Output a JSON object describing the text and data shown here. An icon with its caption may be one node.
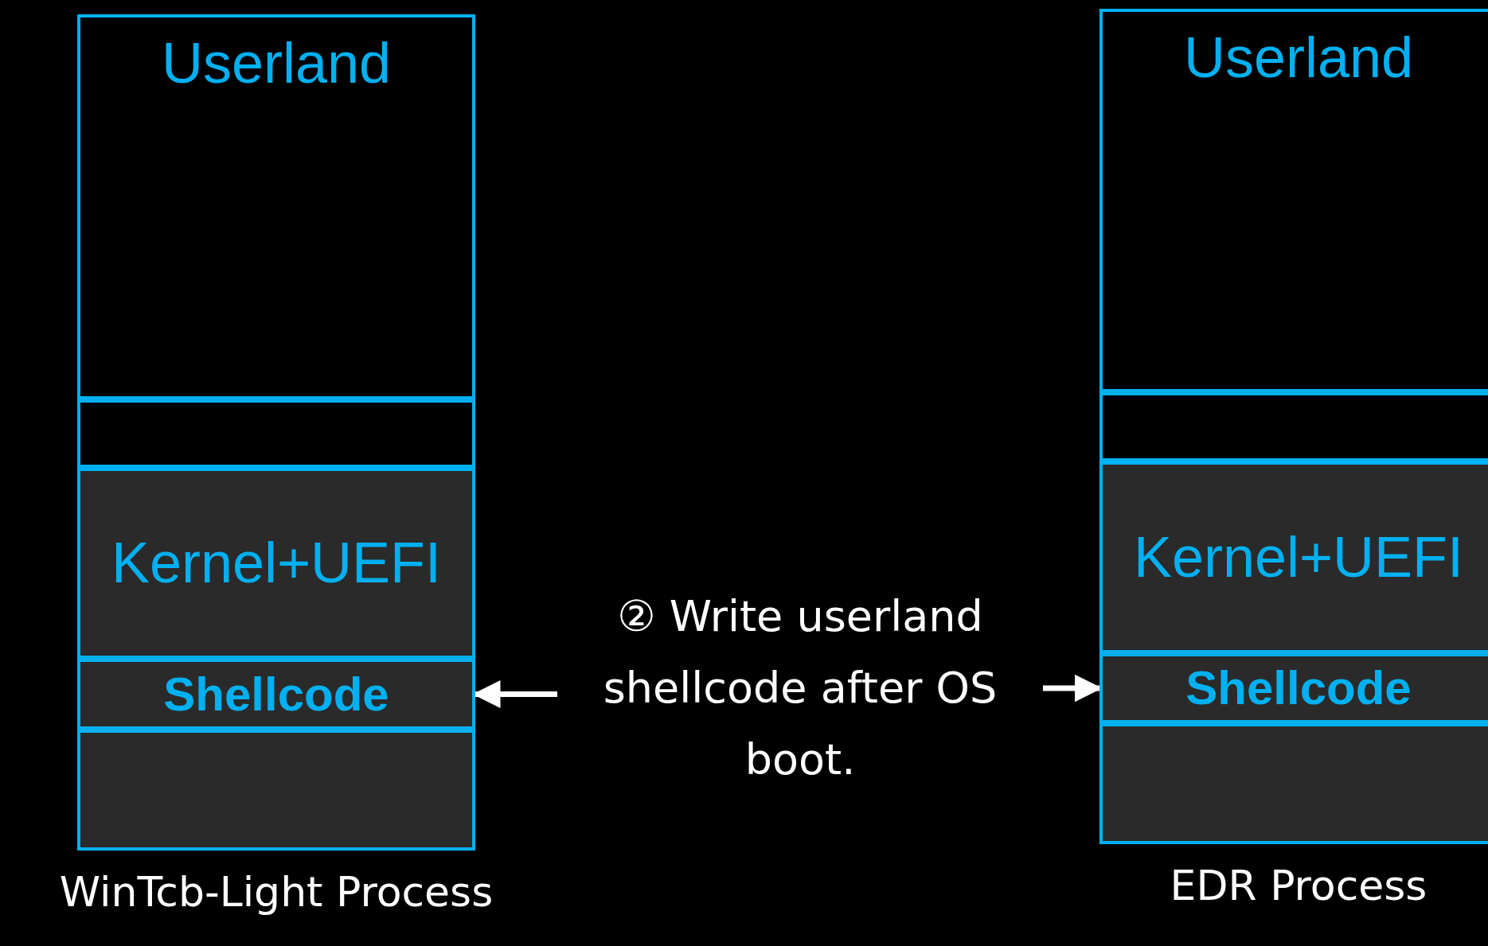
{
  "diagram": {
    "nodes": [
      {
        "text": [
          "WinTcb-Light Process"
        ]
      },
      {
        "text": [
          "Userland"
        ],
        "in": 0
      },
      {
        "text": [],
        "shape": "box",
        "in": 0
      },
      {
        "text": [
          "Kernel+UEFI"
        ],
        "in": 0
      },
      {
        "text": [
          "Shellcode"
        ],
        "in": 0
      },
      {
        "text": [],
        "shape": "box",
        "in": 0
      },
      {
        "text": [
          "EDR Process"
        ]
      },
      {
        "text": [
          "Userland"
        ],
        "in": 6
      },
      {
        "text": [],
        "shape": "box",
        "in": 6
      },
      {
        "text": [
          "Kernel+UEFI"
        ],
        "in": 6
      },
      {
        "text": [
          "Shellcode"
        ],
        "in": 6
      },
      {
        "text": [],
        "shape": "box",
        "in": 6
      },
      {
        "text": [
          "② Write userland shellcode after OS boot."
        ]
      }
    ],
    "edges": [
      {
        "from": 12,
        "to": 4,
        "arrow": "to"
      },
      {
        "from": 12,
        "to": 10,
        "arrow": "to"
      }
    ]
  }
}
